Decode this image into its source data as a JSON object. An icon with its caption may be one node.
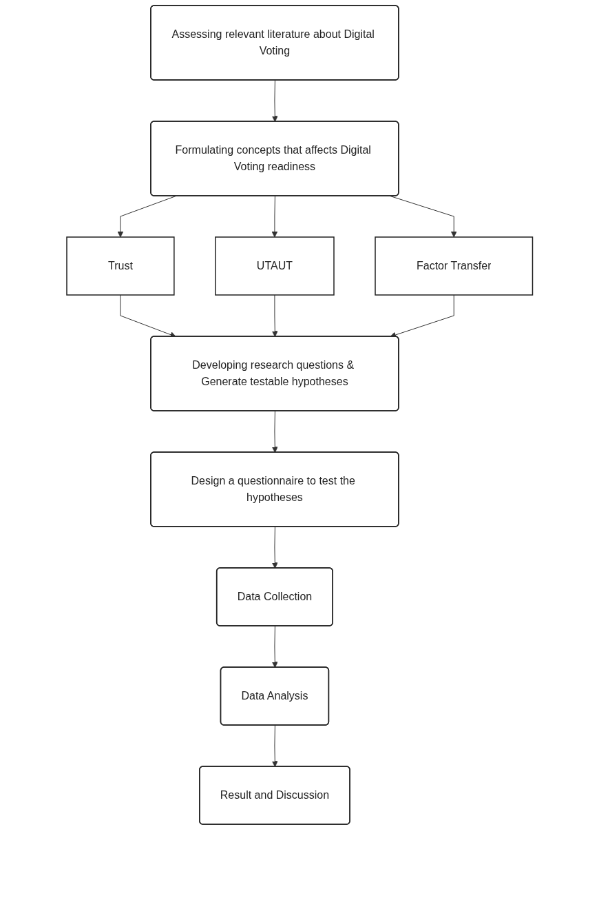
{
  "diagram": {
    "nodes": [
      {
        "text": [
          "Assessing relevant literature about Digital Voting"
        ]
      },
      {
        "text": [
          "Formulating concepts that affects Digital Voting readiness"
        ]
      },
      {
        "text": [
          "Trust"
        ]
      },
      {
        "text": [
          "UTAUT"
        ]
      },
      {
        "text": [
          "Factor Transfer"
        ]
      },
      {
        "text": [
          "Developing research questions & Generate testable hypotheses"
        ]
      },
      {
        "text": [
          "Design a questionnaire to test the hypotheses"
        ]
      },
      {
        "text": [
          "Data Collection"
        ]
      },
      {
        "text": [
          "Data Analysis"
        ]
      },
      {
        "text": [
          "Result and Discussion"
        ]
      }
    ],
    "edges": [
      {
        "from": 0,
        "to": 1,
        "arrow": "to"
      },
      {
        "from": 1,
        "to": 2,
        "arrow": "to"
      },
      {
        "from": 1,
        "to": 3,
        "arrow": "to"
      },
      {
        "from": 1,
        "to": 4,
        "arrow": "to"
      },
      {
        "from": 2,
        "to": 5,
        "arrow": "to"
      },
      {
        "from": 3,
        "to": 5,
        "arrow": "to"
      },
      {
        "from": 4,
        "to": 5,
        "arrow": "to"
      },
      {
        "from": 5,
        "to": 6,
        "arrow": "to"
      },
      {
        "from": 6,
        "to": 7,
        "arrow": "to"
      },
      {
        "from": 7,
        "to": 8,
        "arrow": "to"
      },
      {
        "from": 8,
        "to": 9,
        "arrow": "to"
      }
    ]
  }
}
